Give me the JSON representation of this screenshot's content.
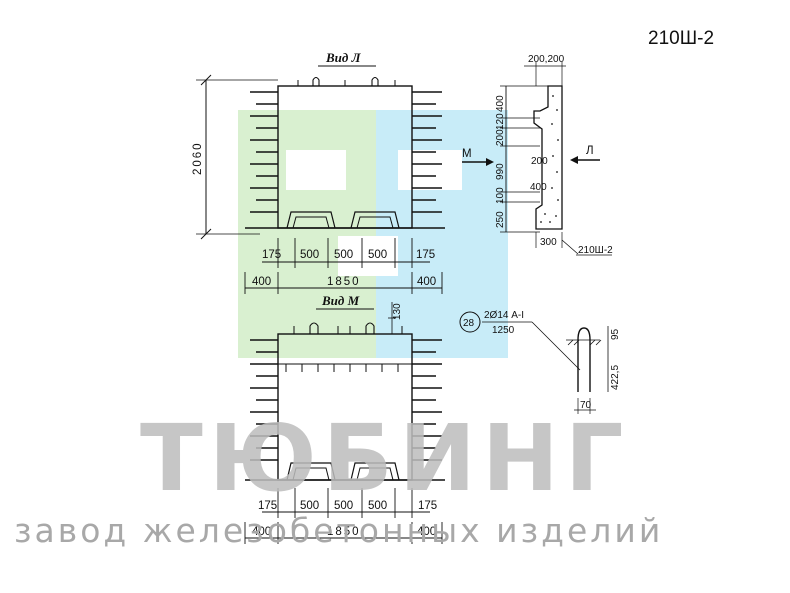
{
  "drawing": {
    "code": "210Ш-2",
    "view_l_title": "Вид Л",
    "view_m_title": "Вид М",
    "height_dim": "2060",
    "top_dims": [
      "175",
      "500",
      "500",
      "500",
      "175"
    ],
    "overall_dims": [
      "400",
      "1850",
      "400"
    ],
    "section_top_dims": "200,200",
    "section_side_dims": [
      "400",
      "120",
      "200",
      "990",
      "100",
      "250"
    ],
    "section_inner_dims": [
      "200",
      "400"
    ],
    "section_bottom_dim": "300",
    "section_tag": "210Ш-2",
    "arrow_m": "М",
    "arrow_l": "Л",
    "dim_130": "130",
    "rebar_mark": "28",
    "rebar_spec": "2Ø14 А-I",
    "rebar_length": "1250",
    "hook_dims": [
      "95",
      "422,5",
      "70"
    ]
  },
  "watermark": {
    "brand": "ТЮБИНГ",
    "subtitle": "завод железобетонных изделий",
    "colors": {
      "green": "#d9f0d0",
      "blue": "#c8ecf8",
      "text": "#bdbdbd"
    }
  }
}
